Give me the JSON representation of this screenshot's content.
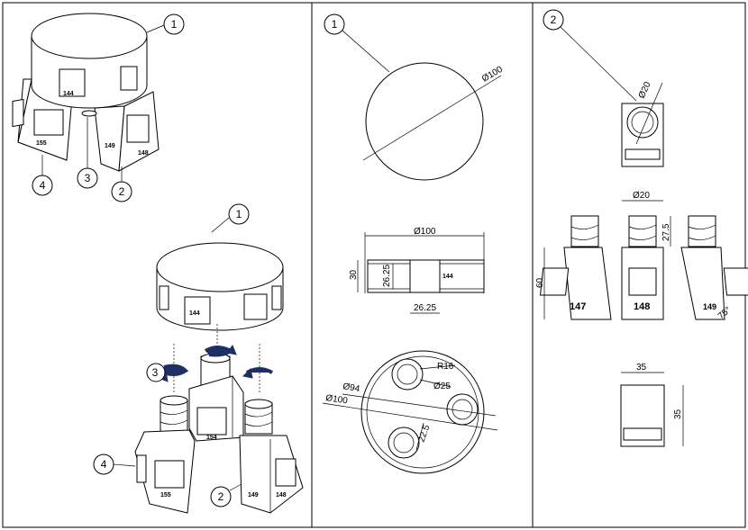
{
  "panel1": {
    "callouts": [
      "1",
      "4",
      "3",
      "2",
      "1",
      "3",
      "4",
      "2"
    ],
    "labels": {
      "cyl_top": "144",
      "left_box_top": "155",
      "left_box_side": "155",
      "right_box_a": "149",
      "right_box_b": "148",
      "cyl_bottom": "144",
      "center_box": "154",
      "left_box_bottom": "155",
      "left_box_bottom_side": "155",
      "right_box_bottom_a": "149",
      "right_box_bottom_b": "148"
    }
  },
  "panel2": {
    "callout": "1",
    "dims": {
      "disc_dia": "Ø100",
      "side_width": "Ø100",
      "side_height": "30",
      "window_height": "26.25",
      "window_width": "26.25",
      "window_label": "144",
      "r16": "R16",
      "d25": "Ø25",
      "d94": "Ø94",
      "d100": "Ø100",
      "pitch": "22.5"
    }
  },
  "panel3": {
    "callout": "2",
    "dims": {
      "top_dia": "Ø20",
      "front_dia": "Ø20",
      "thread_len": "27.5",
      "total_height": "60",
      "angle": "75°",
      "box_width": "35",
      "box_height": "35"
    },
    "labels": {
      "box_147": "147",
      "box_148": "148",
      "box_149": "149"
    }
  }
}
